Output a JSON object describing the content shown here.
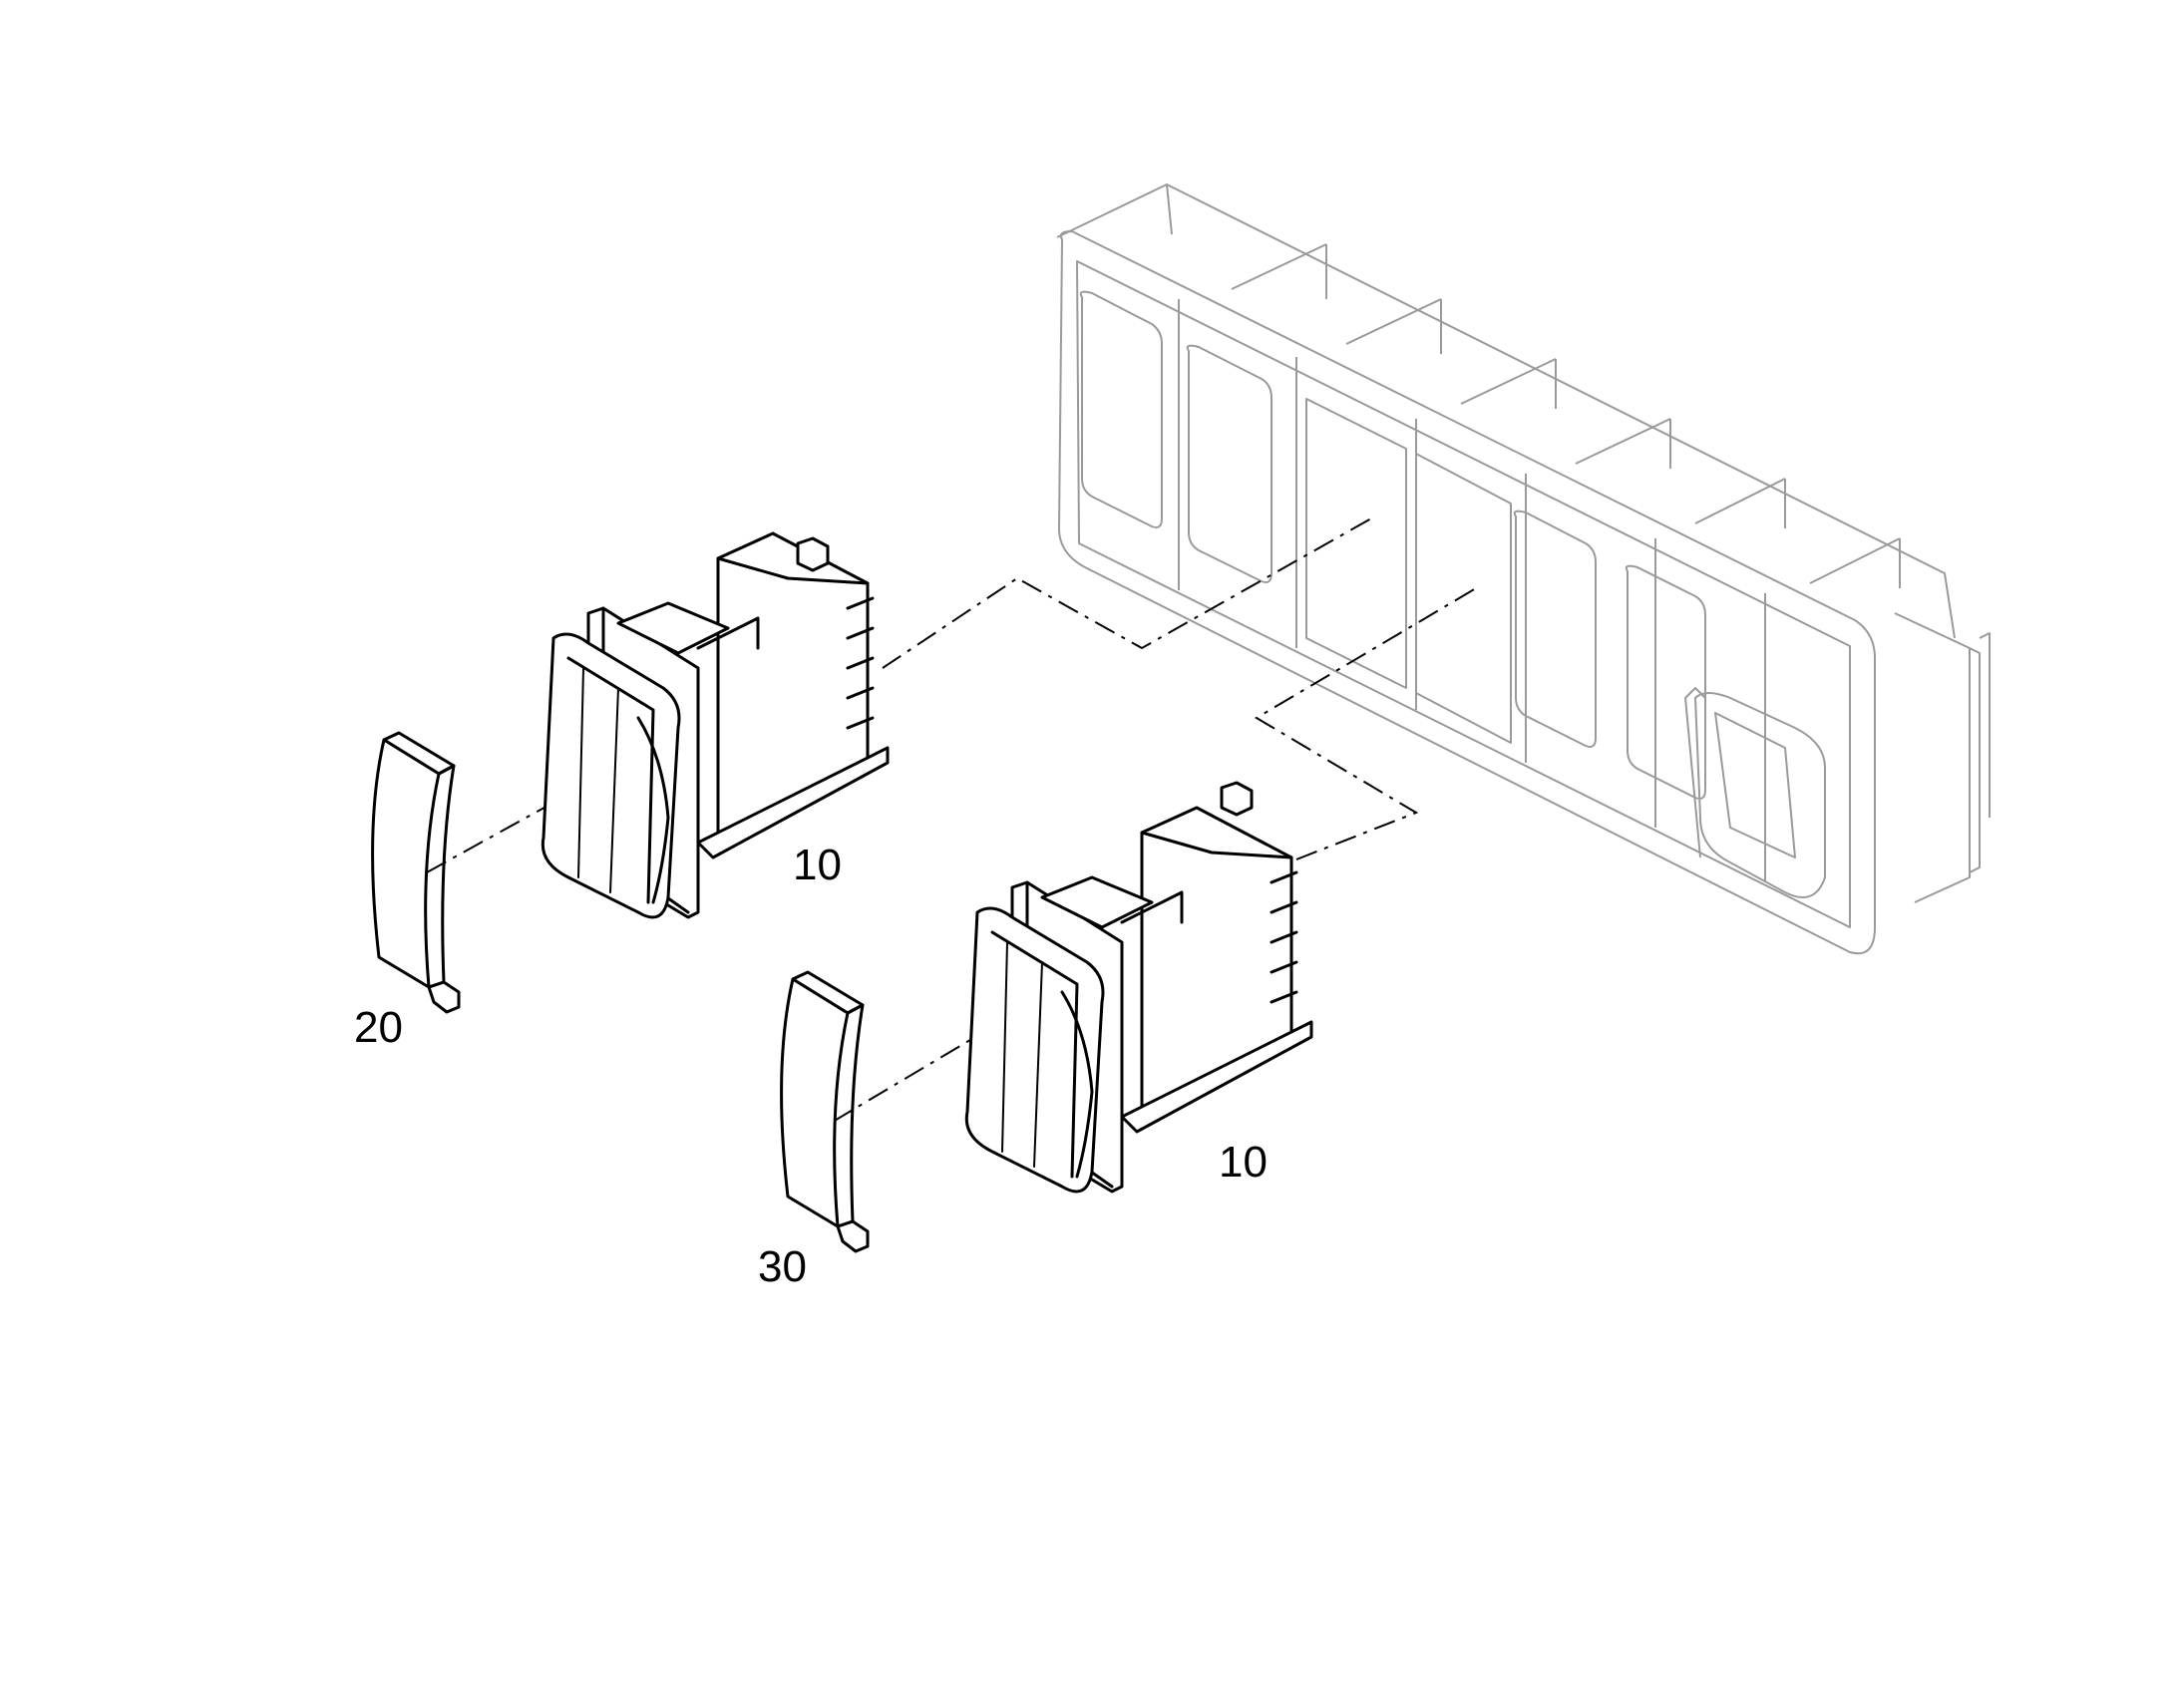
{
  "callouts": {
    "switch_upper": "10",
    "switch_lower": "10",
    "cover_left": "20",
    "cover_right": "30"
  },
  "colors": {
    "line": "#000000",
    "ghost_line": "#9a9a9a",
    "background": "#ffffff"
  }
}
